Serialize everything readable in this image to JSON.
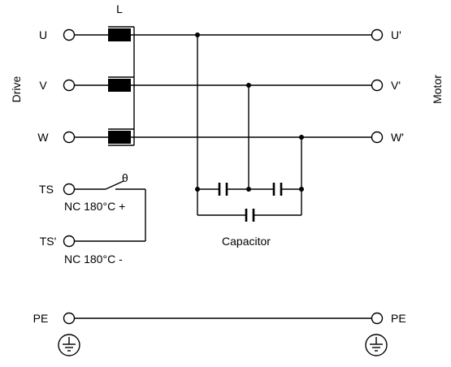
{
  "diagram": {
    "inductor_label": "L",
    "side_labels": {
      "drive": "Drive",
      "motor": "Motor"
    },
    "phases_in": [
      "U",
      "V",
      "W"
    ],
    "phases_out": [
      "U'",
      "V'",
      "W'"
    ],
    "thermal_switch": {
      "terminal_a": "TS",
      "terminal_b": "TS'",
      "switch_symbol": "θ",
      "note_a": "NC 180°C +",
      "note_b": "NC 180°C -"
    },
    "capacitor_label": "Capacitor",
    "ground": {
      "left_label": "PE",
      "right_label": "PE"
    }
  }
}
